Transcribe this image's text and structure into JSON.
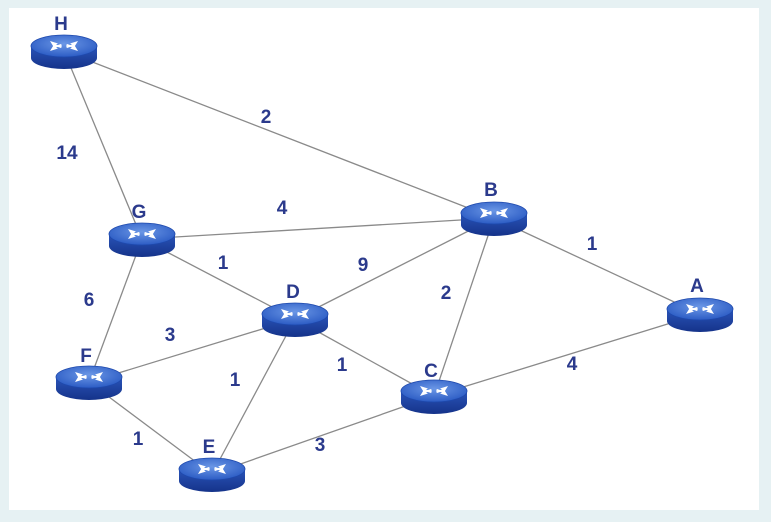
{
  "diagram": {
    "nodes": [
      {
        "id": "H",
        "label": "H",
        "icon": "router-icon"
      },
      {
        "id": "G",
        "label": "G",
        "icon": "router-icon"
      },
      {
        "id": "B",
        "label": "B",
        "icon": "router-icon"
      },
      {
        "id": "A",
        "label": "A",
        "icon": "router-icon"
      },
      {
        "id": "D",
        "label": "D",
        "icon": "router-icon"
      },
      {
        "id": "F",
        "label": "F",
        "icon": "router-icon"
      },
      {
        "id": "C",
        "label": "C",
        "icon": "router-icon"
      },
      {
        "id": "E",
        "label": "E",
        "icon": "router-icon"
      }
    ],
    "edges": [
      {
        "from": "H",
        "to": "B",
        "weight": "2"
      },
      {
        "from": "H",
        "to": "G",
        "weight": "14"
      },
      {
        "from": "G",
        "to": "B",
        "weight": "4"
      },
      {
        "from": "B",
        "to": "A",
        "weight": "1"
      },
      {
        "from": "G",
        "to": "D",
        "weight": "1"
      },
      {
        "from": "D",
        "to": "B",
        "weight": "9"
      },
      {
        "from": "B",
        "to": "C",
        "weight": "2"
      },
      {
        "from": "G",
        "to": "F",
        "weight": "6"
      },
      {
        "from": "F",
        "to": "D",
        "weight": "3"
      },
      {
        "from": "D",
        "to": "E",
        "weight": "1"
      },
      {
        "from": "D",
        "to": "C",
        "weight": "1"
      },
      {
        "from": "C",
        "to": "A",
        "weight": "4"
      },
      {
        "from": "F",
        "to": "E",
        "weight": "1"
      },
      {
        "from": "E",
        "to": "C",
        "weight": "3"
      }
    ],
    "colors": {
      "router_top": "#3a6fd0",
      "router_side": "#1f45a8",
      "label": "#2b3a8c",
      "edge": "#8a8a8a"
    }
  }
}
